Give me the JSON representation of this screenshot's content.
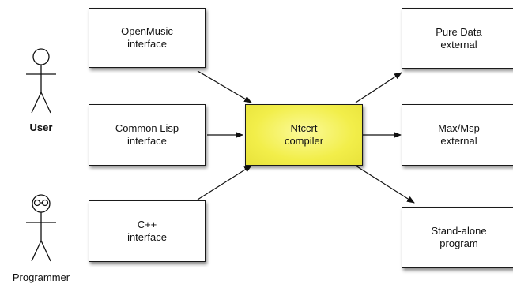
{
  "actors": [
    {
      "id": "user",
      "label": "User",
      "glasses": false
    },
    {
      "id": "programmer",
      "label": "Programmer",
      "glasses": true
    }
  ],
  "inputs": [
    {
      "id": "openmusic",
      "label": "OpenMusic\ninterface"
    },
    {
      "id": "commonlisp",
      "label": "Common Lisp\ninterface"
    },
    {
      "id": "cpp",
      "label": "C++\ninterface"
    }
  ],
  "hub": {
    "id": "ntccrt",
    "label": "Ntccrt\ncompiler",
    "fill": "#f2ee4a"
  },
  "outputs": [
    {
      "id": "puredata",
      "label": "Pure Data\nexternal"
    },
    {
      "id": "maxmsp",
      "label": "Max/Msp\nexternal"
    },
    {
      "id": "standalone",
      "label": "Stand-alone\nprogram"
    }
  ]
}
